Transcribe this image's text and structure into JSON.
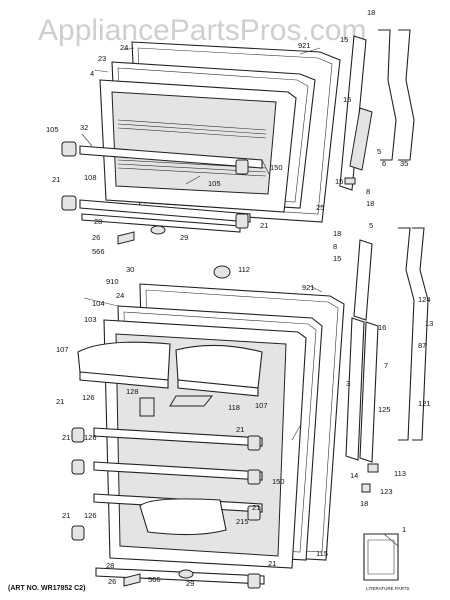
{
  "watermark": "AppliancePartsPros.com",
  "art_number": "(ART NO. WR17852 C2)",
  "literature_text": "LITERATURE PARTS",
  "labels": {
    "l18a": "18",
    "l24a": "24",
    "l23": "23",
    "l4": "4",
    "l921a": "921",
    "l15a": "15",
    "l105a": "105",
    "l32": "32",
    "l16a": "16",
    "l6": "6",
    "l35": "35",
    "l5a": "5",
    "l21a": "21",
    "l108": "108",
    "l150a": "150",
    "l105b": "105",
    "l25": "25",
    "l15b": "15",
    "l8a": "8",
    "l18b": "18",
    "l28a": "28",
    "l21b": "21",
    "l26a": "26",
    "l29a": "29",
    "l566a": "566",
    "l112": "112",
    "l30": "30",
    "l910": "910",
    "l24b": "24",
    "l921b": "921",
    "l18c": "18",
    "l8b": "8",
    "l15c": "15",
    "l5b": "5",
    "l104": "104",
    "l103": "103",
    "l16b": "16",
    "l124": "124",
    "l13": "13",
    "l87": "87",
    "l107a": "107",
    "l7": "7",
    "l3": "3",
    "l128": "128",
    "l118": "118",
    "l107b": "107",
    "l21c": "21",
    "l126a": "126",
    "l125": "125",
    "l121": "121",
    "l21d": "21",
    "l126b": "126",
    "l21e": "21",
    "l14": "14",
    "l113": "113",
    "l123": "123",
    "l150b": "150",
    "l21f": "21",
    "l215": "215",
    "l18d": "18",
    "l21g": "21",
    "l126c": "126",
    "l115": "115",
    "l1": "1",
    "l28b": "28",
    "l21h": "21",
    "l26b": "26",
    "l566b": "566",
    "l29b": "29"
  }
}
